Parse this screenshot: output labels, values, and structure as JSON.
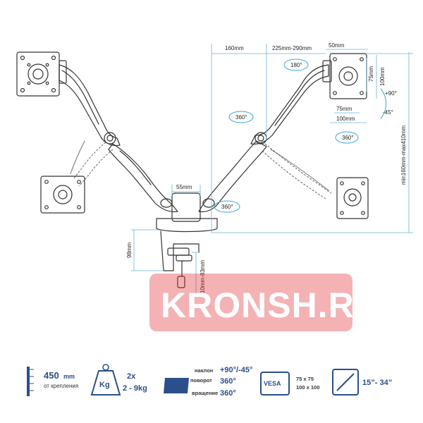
{
  "dimensions": {
    "d160": "160mm",
    "d225_290": "225mm-290mm",
    "d50": "50mm",
    "d75_top": "75mm",
    "d100_right": "100mm",
    "d75_bottom": "75mm",
    "d100_bottom": "100mm",
    "min_max": "min160mm-max410mm",
    "d55": "55mm",
    "d98": "98mm",
    "d10_83": "10mm-83mm"
  },
  "rotation": {
    "r180": "180°",
    "r360_left": "360°",
    "r360_right": "360°",
    "r360_bottom": "360°",
    "tilt_up": "+90°",
    "tilt_down": "-45°"
  },
  "watermark": "KRONSH.RU",
  "specs": {
    "reach_value": "450",
    "reach_unit": "mm",
    "reach_note": "от крепления",
    "weight_icon": "Kg",
    "weight_count": "2x",
    "weight_range": "2 - 9kg",
    "motion_tilt_label": "наклон",
    "motion_swivel_label": "поворот",
    "motion_rotate_label": "вращение",
    "tilt_value": "+90°/-45°",
    "swivel_value": "360°",
    "rotate_value": "360°",
    "vesa_label": "VESA",
    "vesa_1": "75 x 75",
    "vesa_2": "100 x 100",
    "screen_range": "15”- 34”"
  },
  "colors": {
    "accent_blue": "#2a4f8a",
    "dimension_line": "#6bb3d6",
    "watermark_bg": "#e0232a"
  }
}
